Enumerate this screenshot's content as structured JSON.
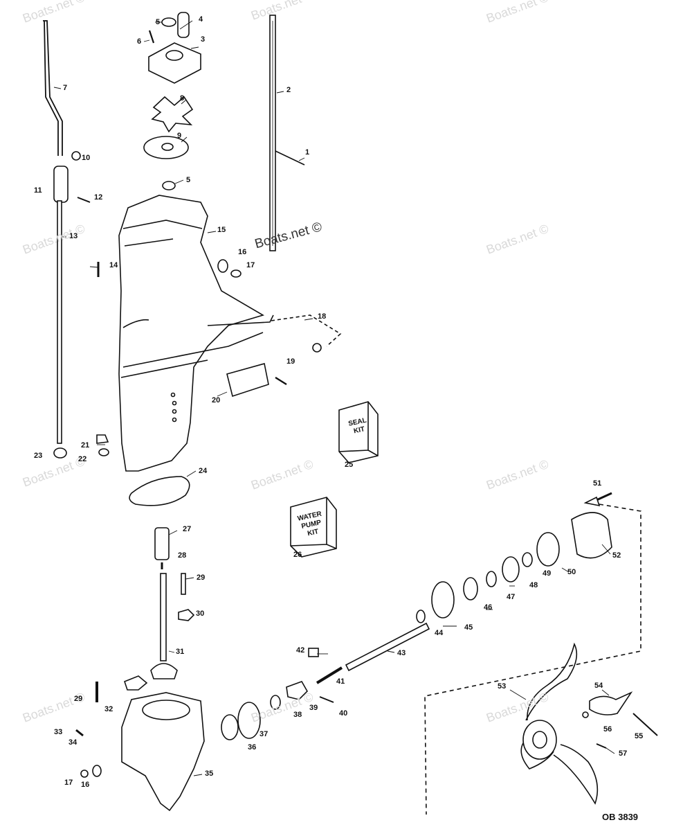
{
  "watermark": "Boats.net ©",
  "watermark_center": "Boats.net ©",
  "diagram_code": "OB 3839",
  "seal_kit_text": [
    "SEAL",
    "KIT"
  ],
  "water_pump_kit_text": [
    "WATER",
    "PUMP",
    "KIT"
  ],
  "callouts": [
    "1",
    "2",
    "3",
    "4",
    "5",
    "5",
    "6",
    "7",
    "8",
    "9",
    "10",
    "11",
    "12",
    "13",
    "14",
    "15",
    "16",
    "17",
    "18",
    "19",
    "20",
    "21",
    "22",
    "23",
    "24",
    "25",
    "26",
    "27",
    "28",
    "29",
    "29",
    "30",
    "31",
    "32",
    "33",
    "34",
    "35",
    "16",
    "17",
    "36",
    "37",
    "38",
    "39",
    "40",
    "41",
    "42",
    "43",
    "44",
    "45",
    "46",
    "47",
    "48",
    "49",
    "50",
    "51",
    "52",
    "53",
    "54",
    "55",
    "56",
    "57"
  ],
  "colors": {
    "line": "#111111",
    "watermark": "#d9d9d9"
  }
}
